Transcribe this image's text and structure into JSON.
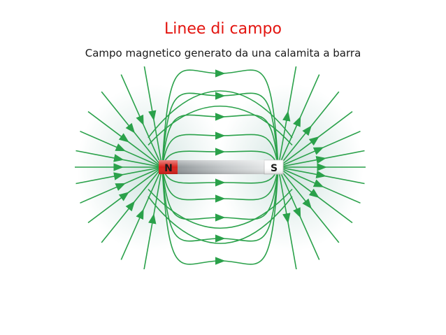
{
  "slide": {
    "title": "Linee di campo",
    "subtitle": "Campo magnetico generato da una calamita a barra"
  },
  "magnet": {
    "north_label": "N",
    "south_label": "S"
  },
  "colors": {
    "title": "#e3140f",
    "field_line": "#2aa14a",
    "glow": "#cfe3df",
    "north_pole": "#d9231d",
    "magnet_body": "#9aa0a3"
  },
  "icons": [
    "field-line-arrow-icon",
    "bar-magnet-icon"
  ]
}
